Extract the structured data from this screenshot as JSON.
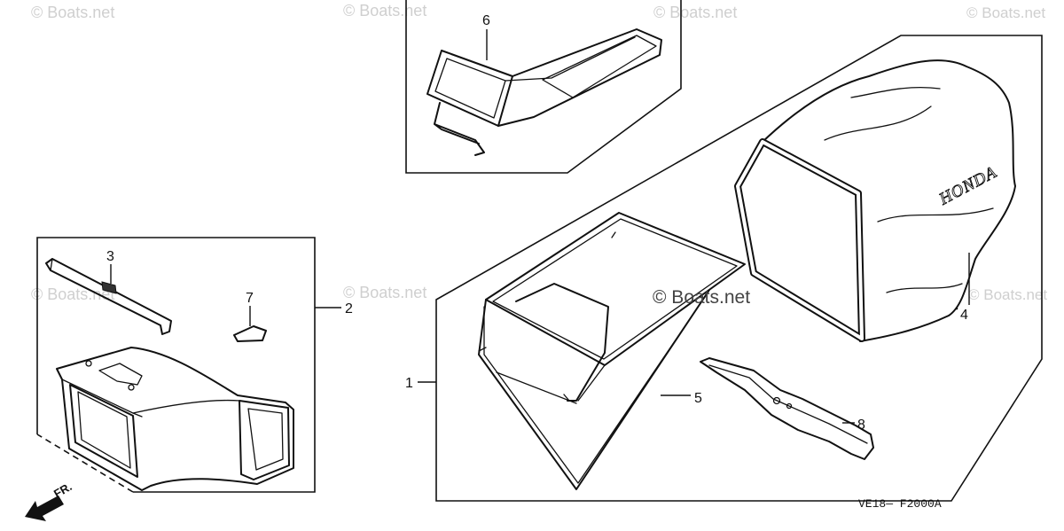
{
  "diagram": {
    "callouts": [
      {
        "label": "1"
      },
      {
        "label": "2"
      },
      {
        "label": "3"
      },
      {
        "label": "4"
      },
      {
        "label": "5"
      },
      {
        "label": "6"
      },
      {
        "label": "7"
      },
      {
        "label": "8"
      }
    ],
    "bag_lettering": "HONDA",
    "figure_code": "VE18— F2000A",
    "front_direction_label": "FR.",
    "watermark": "© Boats.net"
  }
}
